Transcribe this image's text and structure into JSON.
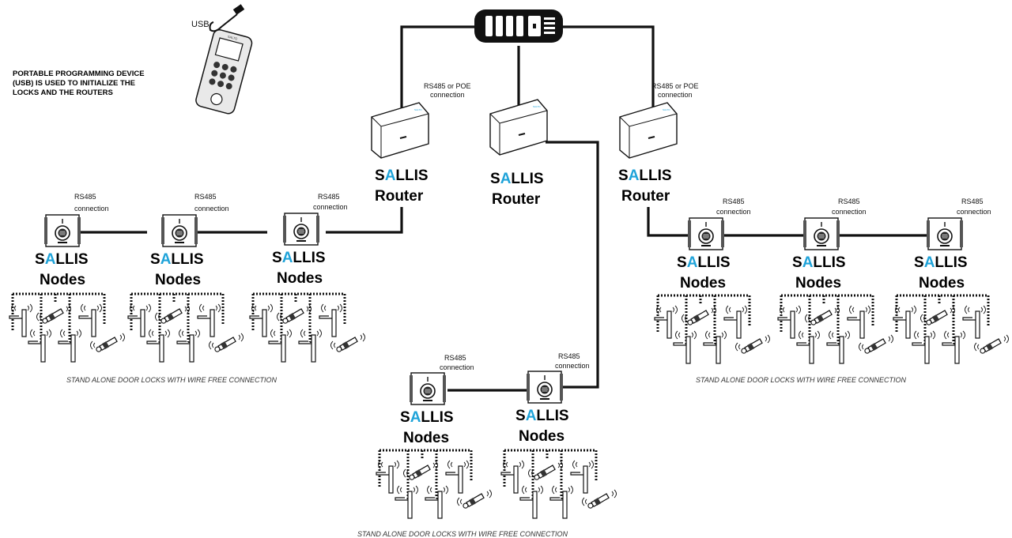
{
  "programmer": {
    "usb_label": "USB",
    "brand": "SALTO",
    "description": [
      "PORTABLE PROGRAMMING DEVICE",
      "(USB) IS USED TO INITIALIZE THE",
      "LOCKS AND THE ROUTERS"
    ]
  },
  "routers": [
    {
      "connection": [
        "RS485 or POE",
        "connection"
      ],
      "brand_accent": "A",
      "brand_pre": "S",
      "brand_post": "LLIS",
      "label": "Router"
    },
    {
      "connection": [],
      "brand_accent": "A",
      "brand_pre": "S",
      "brand_post": "LLIS",
      "label": "Router"
    },
    {
      "connection": [
        "RS485 or POE",
        "connection"
      ],
      "brand_accent": "A",
      "brand_pre": "S",
      "brand_post": "LLIS",
      "label": "Router"
    }
  ],
  "nodes": {
    "connection": [
      "RS485",
      "connection"
    ],
    "brand_pre": "S",
    "brand_accent": "A",
    "brand_post": "LLIS",
    "label": "Nodes"
  },
  "captions": {
    "left": "STAND ALONE DOOR LOCKS WITH WIRE FREE CONNECTION",
    "right": "STAND ALONE DOOR LOCKS WITH WIRE FREE CONNECTION",
    "bottom": "STAND ALONE DOOR LOCKS WITH WIRE FREE CONNECTION"
  },
  "colors": {
    "accent": "#1fa3d9",
    "line": "#111111"
  },
  "icons": [
    "server-icon",
    "router-icon",
    "node-reader-icon",
    "door-handle-icon",
    "cylinder-lock-icon",
    "wireless-signal-icon",
    "usb-plug-icon",
    "programming-device-icon"
  ]
}
